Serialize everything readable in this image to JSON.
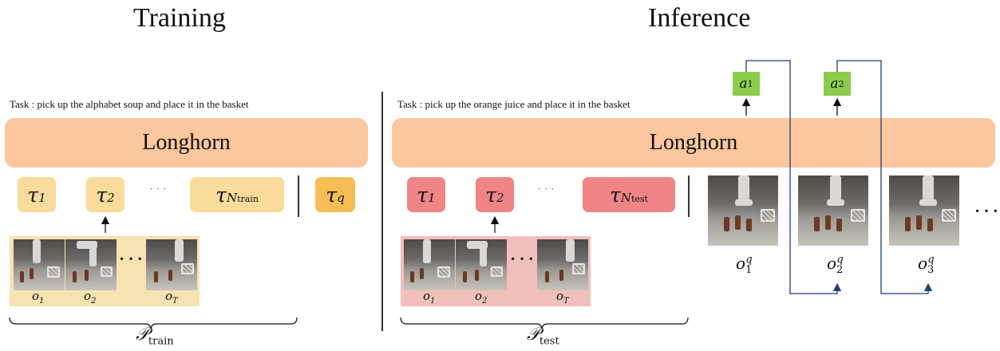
{
  "training": {
    "heading": "Training",
    "task": "Task : pick up the alphabet soup and place it in the basket",
    "model": "Longhorn",
    "tokens": [
      {
        "sym": "τ",
        "sub": "1",
        "subup": ""
      },
      {
        "sym": "τ",
        "sub": "2",
        "subup": ""
      },
      {
        "sym": "τ",
        "sub": "N",
        "subup": "train"
      }
    ],
    "query_token": {
      "sym": "τ",
      "sub": "q"
    },
    "dots": "···",
    "frame_dots": "···",
    "frames": [
      {
        "sym": "o",
        "sub": "1"
      },
      {
        "sym": "o",
        "sub": "2"
      },
      {
        "sym": "o",
        "sub": "T"
      }
    ],
    "dataset": {
      "sym": "𝒫",
      "sub": "train"
    }
  },
  "inference": {
    "heading": "Inference",
    "task": "Task : pick up the orange juice and place it in the basket",
    "model": "Longhorn",
    "tokens": [
      {
        "sym": "τ",
        "sub": "1",
        "subup": ""
      },
      {
        "sym": "τ",
        "sub": "2",
        "subup": ""
      },
      {
        "sym": "τ",
        "sub": "N",
        "subup": "test"
      }
    ],
    "dots": "···",
    "frame_dots": "···",
    "frames": [
      {
        "sym": "o",
        "sub": "1"
      },
      {
        "sym": "o",
        "sub": "2"
      },
      {
        "sym": "o",
        "sub": "T"
      }
    ],
    "dataset": {
      "sym": "𝒫",
      "sub": "test"
    },
    "actions": [
      {
        "sym": "a",
        "sub": "1"
      },
      {
        "sym": "a",
        "sub": "2"
      }
    ],
    "observations": [
      {
        "sym": "o",
        "sub": "1",
        "sup": "q"
      },
      {
        "sym": "o",
        "sub": "2",
        "sup": "q"
      },
      {
        "sym": "o",
        "sub": "3",
        "sup": "q"
      }
    ],
    "obs_dots": "···"
  },
  "colors": {
    "longhorn": "#fcc69e",
    "train_token": "#f9db9b",
    "query_token": "#f5bd54",
    "test_token": "#ef8585",
    "train_strip": "#f7e3b2",
    "test_strip": "#f2c0bc",
    "action": "#8ccc4c",
    "loop_line": "#1f3f7a",
    "token_dots": "#e67b51"
  }
}
